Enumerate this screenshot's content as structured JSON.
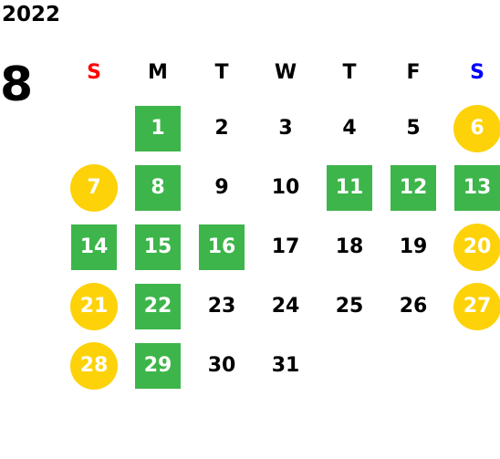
{
  "calendar": {
    "year": "2022",
    "month": "8",
    "weekdays": [
      {
        "label": "S",
        "color": "#ff0000"
      },
      {
        "label": "M",
        "color": "#000000"
      },
      {
        "label": "T",
        "color": "#000000"
      },
      {
        "label": "W",
        "color": "#000000"
      },
      {
        "label": "T",
        "color": "#000000"
      },
      {
        "label": "F",
        "color": "#000000"
      },
      {
        "label": "S",
        "color": "#0000ff"
      }
    ],
    "first_weekday_index": 1,
    "days": [
      {
        "d": "1",
        "style": "green"
      },
      {
        "d": "2",
        "style": "plain"
      },
      {
        "d": "3",
        "style": "plain"
      },
      {
        "d": "4",
        "style": "plain"
      },
      {
        "d": "5",
        "style": "plain"
      },
      {
        "d": "6",
        "style": "yellow"
      },
      {
        "d": "7",
        "style": "yellow"
      },
      {
        "d": "8",
        "style": "green"
      },
      {
        "d": "9",
        "style": "plain"
      },
      {
        "d": "10",
        "style": "plain"
      },
      {
        "d": "11",
        "style": "green"
      },
      {
        "d": "12",
        "style": "green"
      },
      {
        "d": "13",
        "style": "green"
      },
      {
        "d": "14",
        "style": "green"
      },
      {
        "d": "15",
        "style": "green"
      },
      {
        "d": "16",
        "style": "green"
      },
      {
        "d": "17",
        "style": "plain"
      },
      {
        "d": "18",
        "style": "plain"
      },
      {
        "d": "19",
        "style": "plain"
      },
      {
        "d": "20",
        "style": "yellow"
      },
      {
        "d": "21",
        "style": "yellow"
      },
      {
        "d": "22",
        "style": "green"
      },
      {
        "d": "23",
        "style": "plain"
      },
      {
        "d": "24",
        "style": "plain"
      },
      {
        "d": "25",
        "style": "plain"
      },
      {
        "d": "26",
        "style": "plain"
      },
      {
        "d": "27",
        "style": "yellow"
      },
      {
        "d": "28",
        "style": "yellow"
      },
      {
        "d": "29",
        "style": "green"
      },
      {
        "d": "30",
        "style": "plain"
      },
      {
        "d": "31",
        "style": "plain"
      }
    ],
    "colors": {
      "green": "#3db54a",
      "yellow": "#fdd208",
      "sunday": "#ff0000",
      "saturday": "#0000ff"
    }
  }
}
